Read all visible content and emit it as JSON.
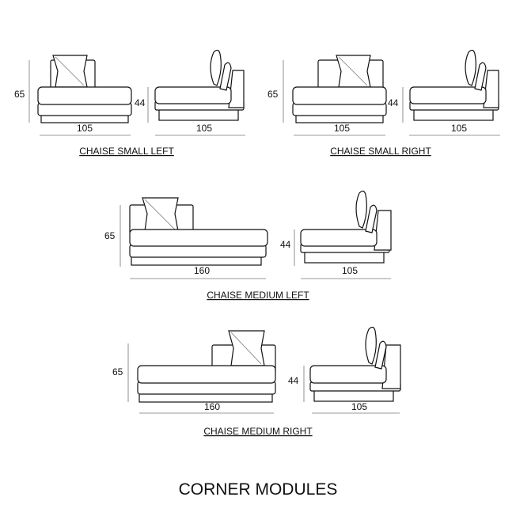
{
  "title": "CORNER MODULES",
  "modules": [
    {
      "caption": "CHAISE SMALL LEFT",
      "front": {
        "height": "65",
        "width": "105"
      },
      "side": {
        "height": "44",
        "width": "105"
      }
    },
    {
      "caption": "CHAISE SMALL RIGHT",
      "front": {
        "height": "65",
        "width": "105"
      },
      "side": {
        "height": "44",
        "width": "105"
      }
    },
    {
      "caption": "CHAISE MEDIUM LEFT",
      "front": {
        "height": "65",
        "width": "160"
      },
      "side": {
        "height": "44",
        "width": "105"
      }
    },
    {
      "caption": "CHAISE MEDIUM RIGHT",
      "front": {
        "height": "65",
        "width": "160"
      },
      "side": {
        "height": "44",
        "width": "105"
      }
    }
  ]
}
